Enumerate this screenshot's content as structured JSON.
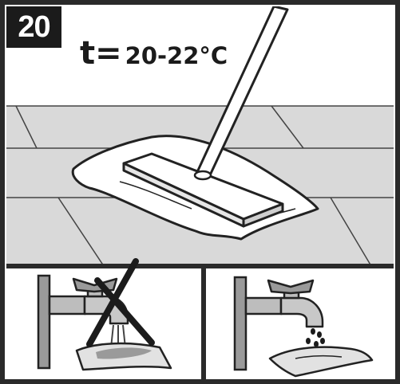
{
  "step": {
    "number": "20"
  },
  "temperature": {
    "label": "t=",
    "value": "20-22°C"
  },
  "panels": {
    "main": {
      "icon": "mop-on-floor-icon"
    },
    "bottom_left": {
      "icon": "tap-rinse-forbidden-icon",
      "status": "forbidden"
    },
    "bottom_right": {
      "icon": "tap-drip-allowed-icon",
      "status": "allowed"
    }
  },
  "colors": {
    "ink": "#1b1b1b",
    "floor": "#d9d9d9",
    "paper": "#ffffff",
    "frame": "#2a2a2a"
  }
}
